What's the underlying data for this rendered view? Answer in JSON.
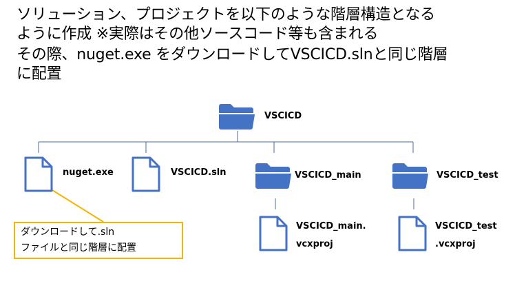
{
  "heading_1": {
    "line_1": "ソリューション、プロジェクトを以下のような階層構造となる",
    "line_2": "ように作成 ※実際はその他ソースコード等も含まれる"
  },
  "heading_2": {
    "line_1": "その際、nuget.exe をダウンロードしてVSCICD.slnと同じ階層",
    "line_2": "に配置"
  },
  "tree": {
    "root": {
      "label": "VSCICD",
      "icon": "folder-icon"
    },
    "children": [
      {
        "label": "nuget.exe",
        "icon": "file-icon"
      },
      {
        "label": "VSCICD.sln",
        "icon": "file-icon"
      },
      {
        "label": "VSCICD_main",
        "icon": "folder-icon",
        "child": {
          "label_line_1": "VSCICD_main.",
          "label_line_2": "vcxproj",
          "icon": "file-icon"
        }
      },
      {
        "label": "VSCICD_test",
        "icon": "folder-icon",
        "child": {
          "label_line_1": "VSCICD_test",
          "label_line_2": ".vcxproj",
          "icon": "file-icon"
        }
      }
    ]
  },
  "callout": {
    "line_1": "ダウンロードして.sln",
    "line_2": "ファイルと同じ階層に配置"
  },
  "colors": {
    "icon_fill": "#4472c4",
    "connector": "#4a6a9c",
    "callout_border": "#f4b400"
  }
}
